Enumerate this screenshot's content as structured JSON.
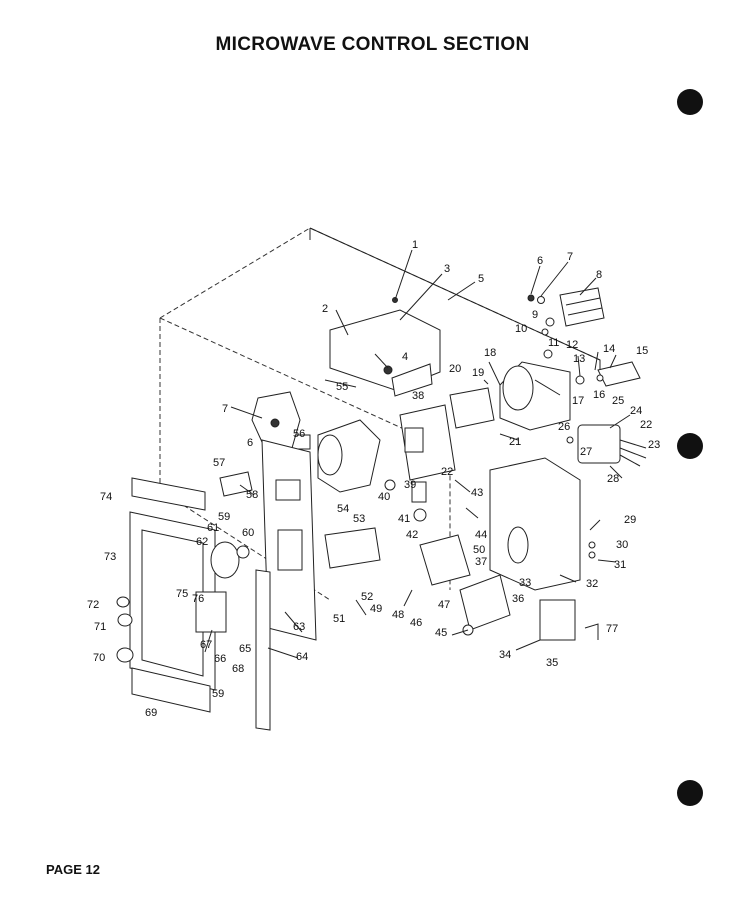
{
  "title": "MICROWAVE CONTROL SECTION",
  "page_label": "PAGE 12",
  "part_numbers": [
    "1",
    "2",
    "3",
    "4",
    "5",
    "6",
    "7",
    "8",
    "9",
    "10",
    "11",
    "12",
    "13",
    "14",
    "15",
    "16",
    "17",
    "18",
    "19",
    "20",
    "21",
    "22",
    "23",
    "24",
    "25",
    "26",
    "27",
    "28",
    "29",
    "30",
    "31",
    "32",
    "33",
    "34",
    "35",
    "36",
    "37",
    "38",
    "39",
    "40",
    "41",
    "42",
    "43",
    "44",
    "45",
    "46",
    "47",
    "48",
    "49",
    "50",
    "51",
    "52",
    "53",
    "54",
    "55",
    "56",
    "57",
    "58",
    "59",
    "60",
    "61",
    "62",
    "63",
    "64",
    "65",
    "66",
    "67",
    "68",
    "69",
    "70",
    "71",
    "72",
    "73",
    "74",
    "75",
    "76",
    "77"
  ],
  "extra_labels": {
    "l7b": "7",
    "l6b": "6",
    "l22b": "22",
    "l59b": "59"
  }
}
